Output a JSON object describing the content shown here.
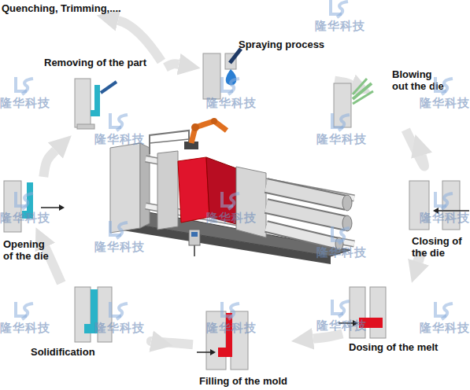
{
  "diagram": {
    "nodes": [
      {
        "text": [
          "Removing of the part"
        ]
      },
      {
        "text": [
          "Spraying process"
        ]
      },
      {
        "text": [
          "Blowing out the die"
        ]
      },
      {
        "text": [
          "Closing of the die"
        ]
      },
      {
        "text": [
          "Dosing of the melt"
        ]
      },
      {
        "text": [
          "Filling of the mold"
        ]
      },
      {
        "text": [
          "Solidification"
        ]
      },
      {
        "text": [
          "Opening of the die"
        ]
      }
    ],
    "edges": [
      {
        "from": 1,
        "to": 2,
        "arrow": "to"
      },
      {
        "from": 2,
        "to": 3,
        "arrow": "to"
      },
      {
        "from": 3,
        "to": 4,
        "arrow": "to"
      },
      {
        "from": 4,
        "to": 5,
        "arrow": "to"
      },
      {
        "from": 5,
        "to": 6,
        "arrow": "to"
      },
      {
        "from": 6,
        "to": 7,
        "arrow": "to"
      },
      {
        "from": 7,
        "to": 0,
        "arrow": "to"
      },
      {
        "from": 0,
        "to": 1,
        "arrow": "to"
      }
    ],
    "labels": [
      "Quenching, Trimming,....",
      "隆华科技",
      "隆华科技",
      "隆华科技",
      "隆华科技",
      "隆华科技",
      "隆华科技",
      "隆华科技",
      "隆华科技",
      "隆华科技",
      "隆华科技",
      "隆华科技",
      "隆华科技",
      "隆华科技",
      "隆华科技",
      "隆华科技",
      "隆华科技"
    ]
  }
}
